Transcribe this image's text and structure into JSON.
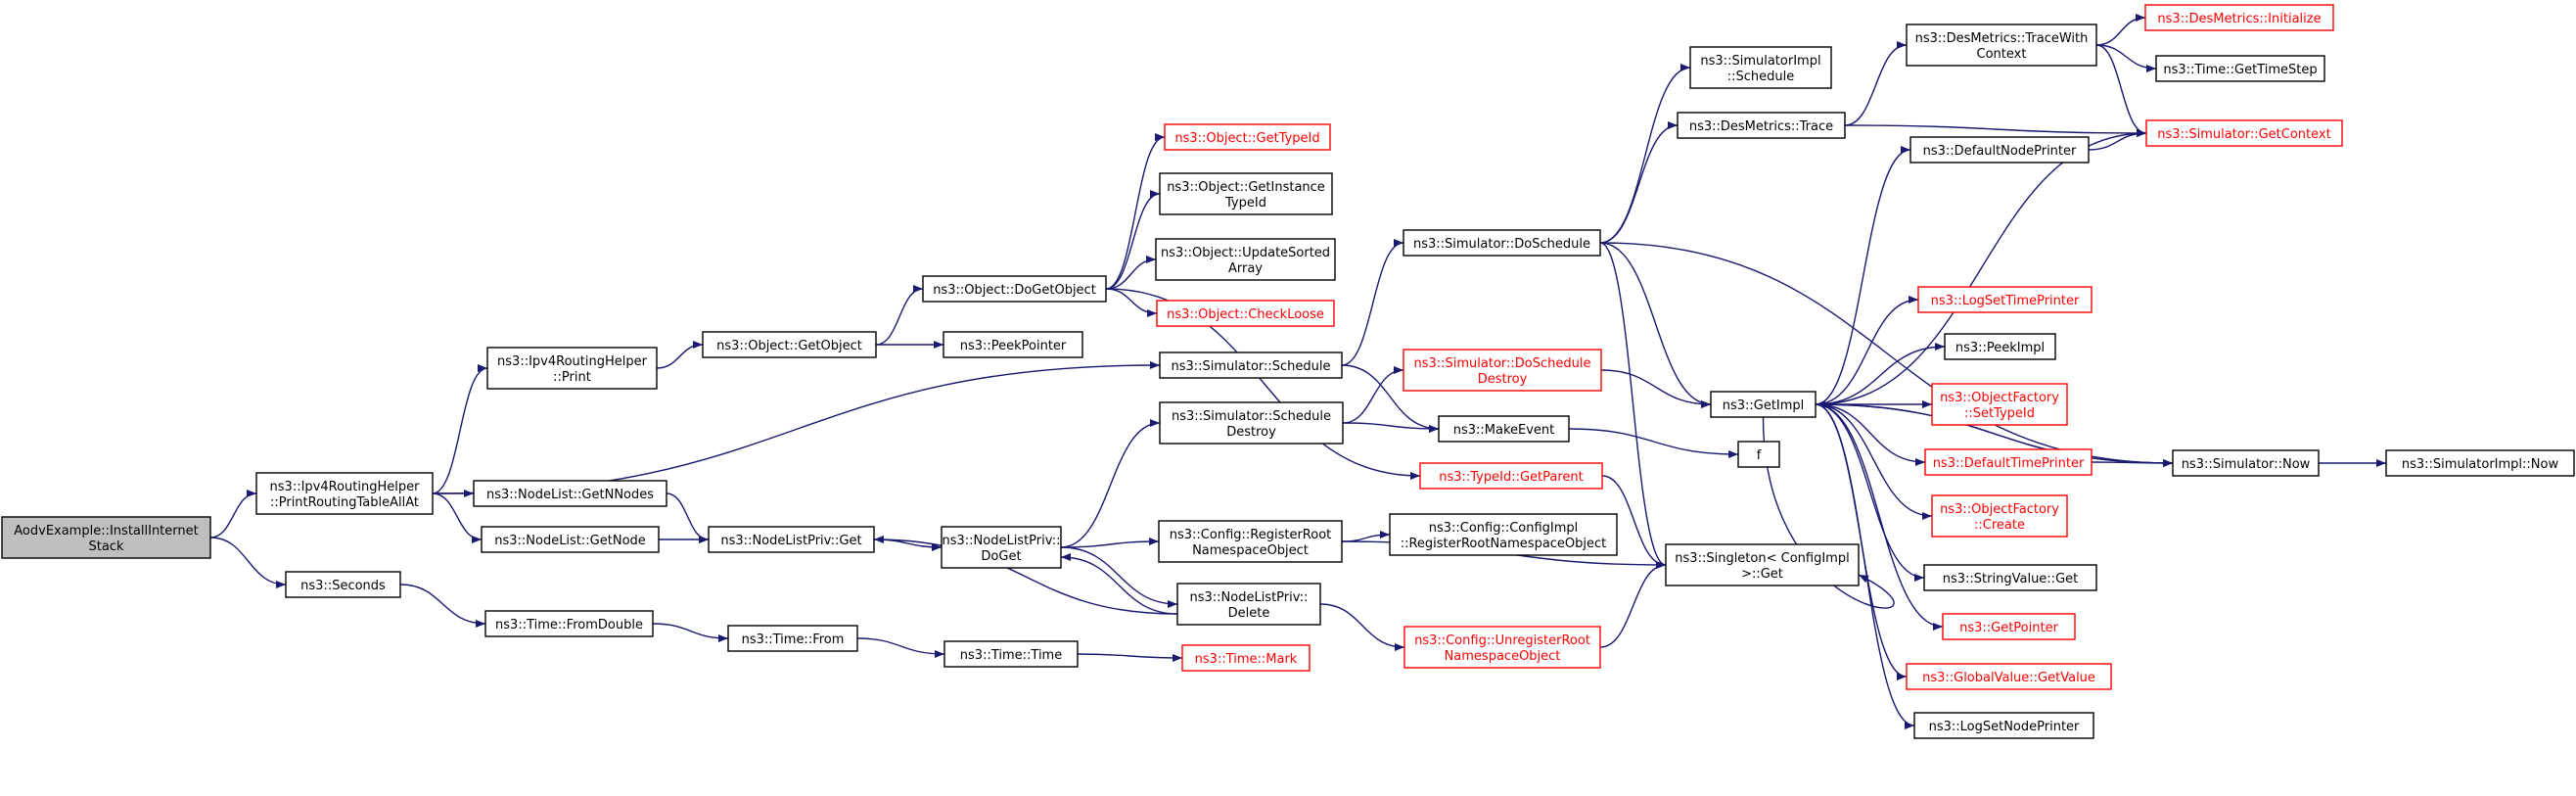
{
  "title": "Call graph for AodvExample::InstallInternetStack",
  "colors": {
    "edge": "#191970",
    "root_fill": "#bfbfbf",
    "missing_border": "#ff0000"
  },
  "nodes": [
    {
      "id": "aodv_install",
      "lines": [
        "AodvExample::InstallInternet",
        "Stack"
      ],
      "root": true
    },
    {
      "id": "print_all",
      "lines": [
        "ns3::Ipv4RoutingHelper",
        "::PrintRoutingTableAllAt"
      ]
    },
    {
      "id": "seconds",
      "lines": [
        "ns3::Seconds"
      ]
    },
    {
      "id": "rh_print",
      "lines": [
        "ns3::Ipv4RoutingHelper",
        "::Print"
      ]
    },
    {
      "id": "get_nnodes",
      "lines": [
        "ns3::NodeList::GetNNodes"
      ]
    },
    {
      "id": "get_node",
      "lines": [
        "ns3::NodeList::GetNode"
      ]
    },
    {
      "id": "from_double",
      "lines": [
        "ns3::Time::FromDouble"
      ]
    },
    {
      "id": "obj_getobject",
      "lines": [
        "ns3::Object::GetObject"
      ]
    },
    {
      "id": "nlp_get",
      "lines": [
        "ns3::NodeListPriv::Get"
      ]
    },
    {
      "id": "time_from",
      "lines": [
        "ns3::Time::From"
      ]
    },
    {
      "id": "obj_dogetobject",
      "lines": [
        "ns3::Object::DoGetObject"
      ]
    },
    {
      "id": "peekpointer",
      "lines": [
        "ns3::PeekPointer"
      ]
    },
    {
      "id": "nlp_doget",
      "lines": [
        "ns3::NodeListPriv::",
        "DoGet"
      ]
    },
    {
      "id": "time_time",
      "lines": [
        "ns3::Time::Time"
      ]
    },
    {
      "id": "obj_gettypeid",
      "lines": [
        "ns3::Object::GetTypeId"
      ],
      "red": true
    },
    {
      "id": "obj_getinstance",
      "lines": [
        "ns3::Object::GetInstance",
        "TypeId"
      ]
    },
    {
      "id": "obj_updatesorted",
      "lines": [
        "ns3::Object::UpdateSorted",
        "Array"
      ]
    },
    {
      "id": "obj_checkloose",
      "lines": [
        "ns3::Object::CheckLoose"
      ],
      "red": true
    },
    {
      "id": "sim_schedule",
      "lines": [
        "ns3::Simulator::Schedule"
      ]
    },
    {
      "id": "sim_schedule_destroy",
      "lines": [
        "ns3::Simulator::Schedule",
        "Destroy"
      ]
    },
    {
      "id": "cfg_register",
      "lines": [
        "ns3::Config::RegisterRoot",
        "NamespaceObject"
      ]
    },
    {
      "id": "nlp_delete",
      "lines": [
        "ns3::NodeListPriv::",
        "Delete"
      ]
    },
    {
      "id": "time_mark",
      "lines": [
        "ns3::Time::Mark"
      ],
      "red": true
    },
    {
      "id": "sim_doschedule",
      "lines": [
        "ns3::Simulator::DoSchedule"
      ]
    },
    {
      "id": "sim_doschedule_destroy",
      "lines": [
        "ns3::Simulator::DoSchedule",
        "Destroy"
      ],
      "red": true
    },
    {
      "id": "makeevent",
      "lines": [
        "ns3::MakeEvent"
      ]
    },
    {
      "id": "typeid_getparent",
      "lines": [
        "ns3::TypeId::GetParent"
      ],
      "red": true
    },
    {
      "id": "cfgimpl_register",
      "lines": [
        "ns3::Config::ConfigImpl",
        "::RegisterRootNamespaceObject"
      ]
    },
    {
      "id": "cfg_unregister",
      "lines": [
        "ns3::Config::UnregisterRoot",
        "NamespaceObject"
      ],
      "red": true
    },
    {
      "id": "simimpl_schedule",
      "lines": [
        "ns3::SimulatorImpl",
        "::Schedule"
      ]
    },
    {
      "id": "desmetrics_trace",
      "lines": [
        "ns3::DesMetrics::Trace"
      ]
    },
    {
      "id": "getimpl",
      "lines": [
        "ns3::GetImpl"
      ]
    },
    {
      "id": "f",
      "lines": [
        "f"
      ]
    },
    {
      "id": "singleton_get",
      "lines": [
        "ns3::Singleton< ConfigImpl",
        " >::Get"
      ]
    },
    {
      "id": "desmetrics_tracewith",
      "lines": [
        "ns3::DesMetrics::TraceWith",
        "Context"
      ]
    },
    {
      "id": "default_node_printer",
      "lines": [
        "ns3::DefaultNodePrinter"
      ]
    },
    {
      "id": "log_set_time_printer",
      "lines": [
        "ns3::LogSetTimePrinter"
      ],
      "red": true
    },
    {
      "id": "peekimpl",
      "lines": [
        "ns3::PeekImpl"
      ]
    },
    {
      "id": "objfactory_settypeid",
      "lines": [
        "ns3::ObjectFactory",
        "::SetTypeId"
      ],
      "red": true
    },
    {
      "id": "default_time_printer",
      "lines": [
        "ns3::DefaultTimePrinter"
      ],
      "red": true
    },
    {
      "id": "objfactory_create",
      "lines": [
        "ns3::ObjectFactory",
        "::Create"
      ],
      "red": true
    },
    {
      "id": "stringvalue_get",
      "lines": [
        "ns3::StringValue::Get"
      ]
    },
    {
      "id": "getpointer",
      "lines": [
        "ns3::GetPointer"
      ],
      "red": true
    },
    {
      "id": "globalvalue_getvalue",
      "lines": [
        "ns3::GlobalValue::GetValue"
      ],
      "red": true
    },
    {
      "id": "log_set_node_printer",
      "lines": [
        "ns3::LogSetNodePrinter"
      ]
    },
    {
      "id": "desmetrics_initialize",
      "lines": [
        "ns3::DesMetrics::Initialize"
      ],
      "red": true
    },
    {
      "id": "time_gettimestep",
      "lines": [
        "ns3::Time::GetTimeStep"
      ]
    },
    {
      "id": "sim_getcontext",
      "lines": [
        "ns3::Simulator::GetContext"
      ],
      "red": true
    },
    {
      "id": "sim_now",
      "lines": [
        "ns3::Simulator::Now"
      ]
    },
    {
      "id": "simimpl_now",
      "lines": [
        "ns3::SimulatorImpl::Now"
      ]
    }
  ],
  "edges": [
    [
      "aodv_install",
      "print_all"
    ],
    [
      "aodv_install",
      "seconds"
    ],
    [
      "print_all",
      "rh_print"
    ],
    [
      "print_all",
      "get_nnodes"
    ],
    [
      "print_all",
      "get_node"
    ],
    [
      "print_all",
      "sim_schedule"
    ],
    [
      "seconds",
      "from_double"
    ],
    [
      "rh_print",
      "obj_getobject"
    ],
    [
      "get_nnodes",
      "nlp_get"
    ],
    [
      "get_node",
      "nlp_get"
    ],
    [
      "from_double",
      "time_from"
    ],
    [
      "obj_getobject",
      "obj_dogetobject"
    ],
    [
      "obj_getobject",
      "peekpointer"
    ],
    [
      "nlp_get",
      "nlp_doget"
    ],
    [
      "time_from",
      "time_time"
    ],
    [
      "obj_dogetobject",
      "obj_gettypeid"
    ],
    [
      "obj_dogetobject",
      "obj_getinstance"
    ],
    [
      "obj_dogetobject",
      "obj_updatesorted"
    ],
    [
      "obj_dogetobject",
      "obj_checkloose"
    ],
    [
      "obj_dogetobject",
      "typeid_getparent"
    ],
    [
      "nlp_doget",
      "sim_schedule_destroy"
    ],
    [
      "nlp_doget",
      "cfg_register"
    ],
    [
      "nlp_doget",
      "nlp_delete"
    ],
    [
      "nlp_delete",
      "nlp_doget"
    ],
    [
      "nlp_delete",
      "nlp_get"
    ],
    [
      "nlp_delete",
      "cfg_unregister"
    ],
    [
      "time_time",
      "time_mark"
    ],
    [
      "sim_schedule",
      "sim_doschedule"
    ],
    [
      "sim_schedule",
      "makeevent"
    ],
    [
      "sim_schedule_destroy",
      "sim_doschedule_destroy"
    ],
    [
      "sim_schedule_destroy",
      "makeevent"
    ],
    [
      "cfg_register",
      "cfgimpl_register"
    ],
    [
      "cfg_register",
      "singleton_get"
    ],
    [
      "cfg_unregister",
      "singleton_get"
    ],
    [
      "sim_doschedule",
      "simimpl_schedule"
    ],
    [
      "sim_doschedule",
      "desmetrics_trace"
    ],
    [
      "sim_doschedule",
      "getimpl"
    ],
    [
      "sim_doschedule",
      "singleton_get"
    ],
    [
      "sim_doschedule",
      "sim_now"
    ],
    [
      "sim_doschedule_destroy",
      "getimpl"
    ],
    [
      "makeevent",
      "f"
    ],
    [
      "typeid_getparent",
      "singleton_get"
    ],
    [
      "desmetrics_trace",
      "desmetrics_tracewith"
    ],
    [
      "desmetrics_trace",
      "sim_getcontext"
    ],
    [
      "desmetrics_tracewith",
      "desmetrics_initialize"
    ],
    [
      "desmetrics_tracewith",
      "time_gettimestep"
    ],
    [
      "desmetrics_tracewith",
      "sim_getcontext"
    ],
    [
      "getimpl",
      "default_node_printer"
    ],
    [
      "getimpl",
      "sim_getcontext"
    ],
    [
      "getimpl",
      "log_set_time_printer"
    ],
    [
      "getimpl",
      "peekimpl"
    ],
    [
      "getimpl",
      "objfactory_settypeid"
    ],
    [
      "getimpl",
      "default_time_printer"
    ],
    [
      "getimpl",
      "objfactory_create"
    ],
    [
      "getimpl",
      "stringvalue_get"
    ],
    [
      "getimpl",
      "getpointer"
    ],
    [
      "getimpl",
      "globalvalue_getvalue"
    ],
    [
      "getimpl",
      "log_set_node_printer"
    ],
    [
      "getimpl",
      "singleton_get"
    ],
    [
      "getimpl",
      "sim_now"
    ],
    [
      "default_node_printer",
      "sim_getcontext"
    ],
    [
      "default_time_printer",
      "sim_now"
    ],
    [
      "sim_now",
      "getimpl"
    ],
    [
      "sim_now",
      "simimpl_now"
    ]
  ]
}
